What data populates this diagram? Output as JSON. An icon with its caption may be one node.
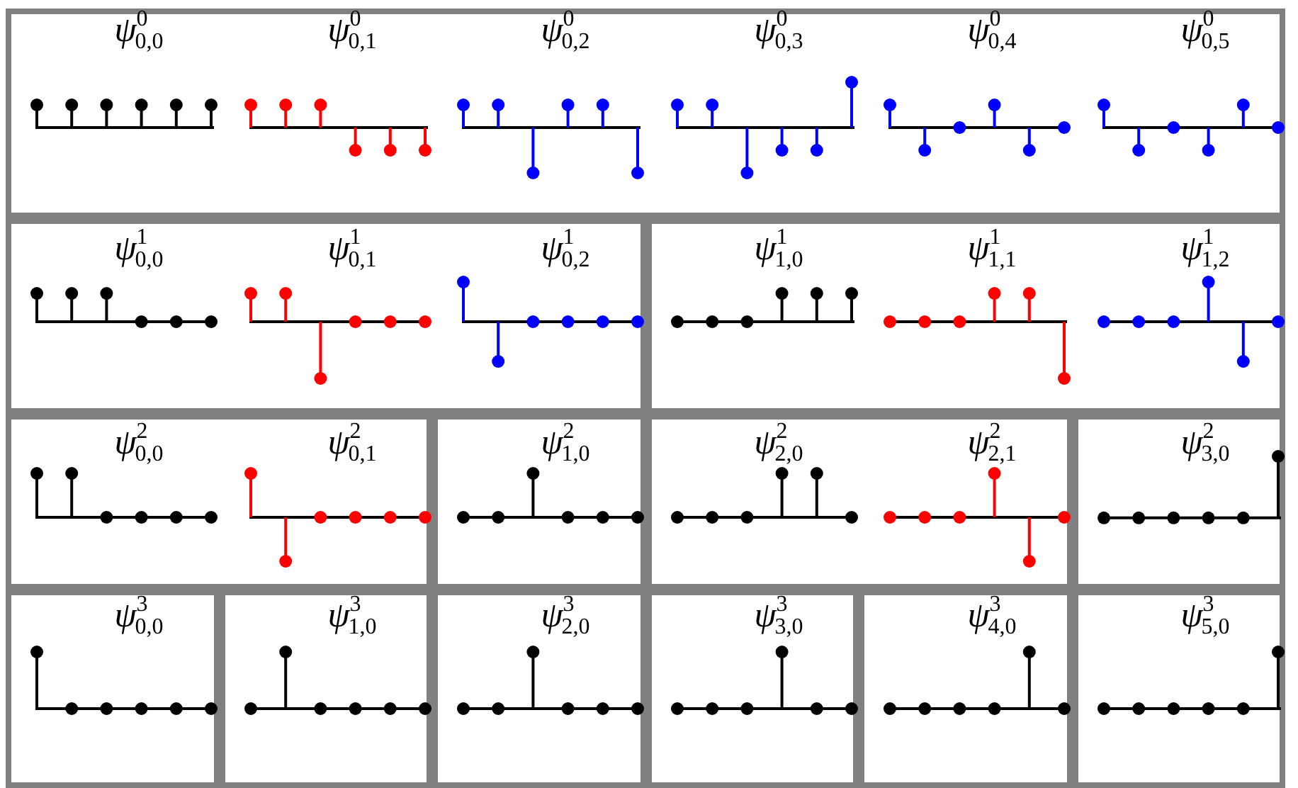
{
  "diagram": {
    "nodes": [
      {
        "text": [
          "ψ$^{0}$$_{0,0}$",
          "ψ$^{0}$$_{0,1}$",
          "ψ$^{0}$$_{0,2}$",
          "ψ$^{0}$$_{0,3}$",
          "ψ$^{0}$$_{0,4}$",
          "ψ$^{0}$$_{0,5}$"
        ]
      },
      {
        "text": [
          "ψ$^{1}$$_{0,0}$",
          "ψ$^{1}$$_{0,1}$",
          "ψ$^{1}$$_{0,2}$"
        ]
      },
      {
        "text": [
          "ψ$^{1}$$_{1,0}$",
          "ψ$^{1}$$_{1,1}$",
          "ψ$^{1}$$_{1,2}$"
        ]
      },
      {
        "text": [
          "ψ$^{2}$$_{0,0}$",
          "ψ$^{2}$$_{0,1}$"
        ]
      },
      {
        "text": [
          "ψ$^{2}$$_{1,0}$"
        ]
      },
      {
        "text": [
          "ψ$^{2}$$_{2,0}$",
          "ψ$^{2}$$_{2,1}$"
        ]
      },
      {
        "text": [
          "ψ$^{2}$$_{3,0}$"
        ]
      },
      {
        "text": [
          "ψ$^{3}$$_{0,0}$"
        ]
      },
      {
        "text": [
          "ψ$^{3}$$_{1,0}$"
        ]
      },
      {
        "text": [
          "ψ$^{3}$$_{2,0}$"
        ]
      },
      {
        "text": [
          "ψ$^{3}$$_{3,0}$"
        ]
      },
      {
        "text": [
          "ψ$^{3}$$_{4,0}$"
        ]
      },
      {
        "text": [
          "ψ$^{3}$$_{5,0}$"
        ]
      }
    ]
  }
}
